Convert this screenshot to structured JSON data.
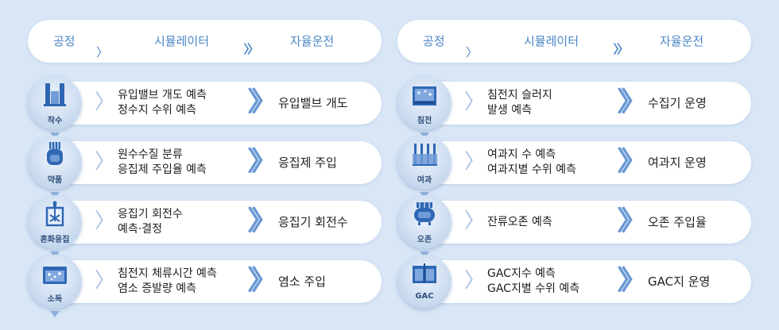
{
  "left": {
    "header": {
      "process": "공정",
      "simulator": "시뮬레이터",
      "autonomous": "자율운전"
    },
    "rows": [
      {
        "node": "착수",
        "icon": "intake-gate-icon",
        "sim": [
          "유입밸브 개도 예측",
          "정수지 수위 예측"
        ],
        "auto": "유입밸브 개도"
      },
      {
        "node": "약품",
        "icon": "chemical-tank-icon",
        "sim": [
          "원수수질 분류",
          "응집제 주입율 예측"
        ],
        "auto": "응집제 주입"
      },
      {
        "node": "혼화응집",
        "icon": "mixer-icon",
        "sim": [
          "응집기 회전수",
          "예측·결정"
        ],
        "auto": "응집기 회전수"
      },
      {
        "node": "소독",
        "icon": "disinfection-tank-icon",
        "sim": [
          "침전지 체류시간 예측",
          "염소 증발량 예측"
        ],
        "auto": "염소 주입"
      }
    ]
  },
  "right": {
    "header": {
      "process": "공정",
      "simulator": "시뮬레이터",
      "autonomous": "자율운전"
    },
    "rows": [
      {
        "node": "침전",
        "icon": "sedimentation-tank-icon",
        "sim": [
          "침전지 슬러지",
          "발생 예측"
        ],
        "auto": "수집기 운영"
      },
      {
        "node": "여과",
        "icon": "filter-icon",
        "sim": [
          "여과지 수 예측",
          "여과지별 수위 예측"
        ],
        "auto": "여과지 운영"
      },
      {
        "node": "오존",
        "icon": "ozone-tank-icon",
        "sim": [
          "잔류오존 예측"
        ],
        "auto": "오존 주입율"
      },
      {
        "node": "GAC",
        "icon": "gac-tank-icon",
        "sim": [
          "GAC지수 예측",
          "GAC지별 수위 예측"
        ],
        "auto": "GAC지 운영"
      }
    ]
  },
  "colors": {
    "background": "#d8e6f6",
    "header_text": "#4a86c6",
    "chevron_light": "#a9c3e4",
    "chevron_dark": "#6a99d4",
    "icon_blue": "#2f67b4"
  }
}
